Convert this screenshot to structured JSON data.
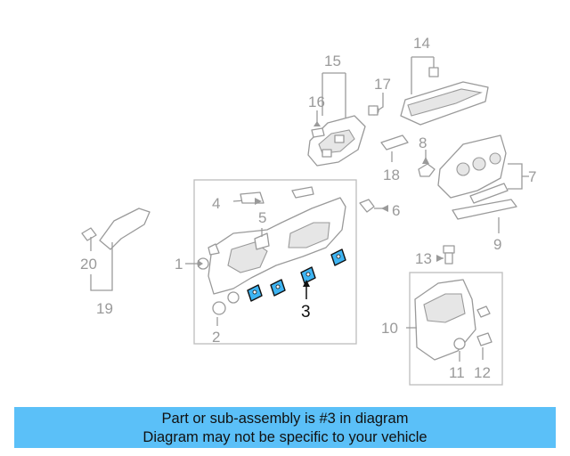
{
  "colors": {
    "highlight": "#3db4f2",
    "banner": "#5bc0f8",
    "part_line": "#9a9a9a",
    "text": "#111111"
  },
  "diagram": {
    "callouts": {
      "c1": "1",
      "c2": "2",
      "c3": "3",
      "c4": "4",
      "c5": "5",
      "c6": "6",
      "c7": "7",
      "c8": "8",
      "c9": "9",
      "c10": "10",
      "c11": "11",
      "c12": "12",
      "c13": "13",
      "c14": "14",
      "c15": "15",
      "c16": "16",
      "c17": "17",
      "c18": "18",
      "c19": "19",
      "c20": "20"
    },
    "highlighted_part": "3"
  },
  "banner": {
    "line1": "Part or sub-assembly is #3 in diagram",
    "line2": "Diagram may not be specific to your vehicle"
  }
}
